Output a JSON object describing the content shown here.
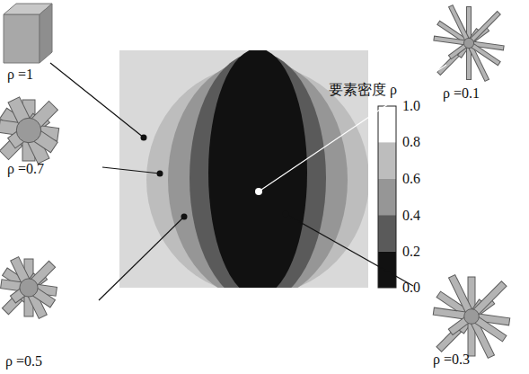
{
  "diagram": {
    "labels": [
      "要素密度 ρ",
      "1.0",
      "0.8",
      "0.6",
      "0.4",
      "0.2",
      "0.0",
      "ρ =1",
      "ρ =0.7",
      "ρ =0.5",
      "ρ =0.1",
      "ρ =0.3"
    ]
  }
}
